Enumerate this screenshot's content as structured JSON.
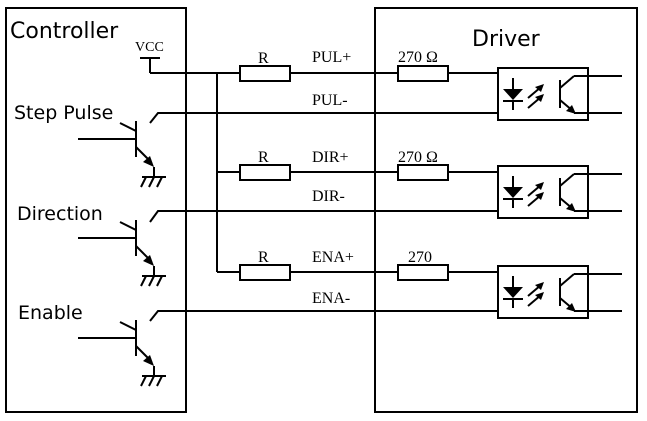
{
  "controller": {
    "title": "Controller",
    "vcc": "VCC",
    "channels": [
      {
        "label": "Step Pulse"
      },
      {
        "label": "Direction"
      },
      {
        "label": "Enable"
      }
    ]
  },
  "driver": {
    "title": "Driver"
  },
  "signals": [
    {
      "resistor_label": "R",
      "plus_label": "PUL+",
      "minus_label": "PUL-",
      "series_resistor": "270 Ω"
    },
    {
      "resistor_label": "R",
      "plus_label": "DIR+",
      "minus_label": "DIR-",
      "series_resistor": "270 Ω"
    },
    {
      "resistor_label": "R",
      "plus_label": "ENA+",
      "minus_label": "ENA-",
      "series_resistor": "270"
    }
  ]
}
